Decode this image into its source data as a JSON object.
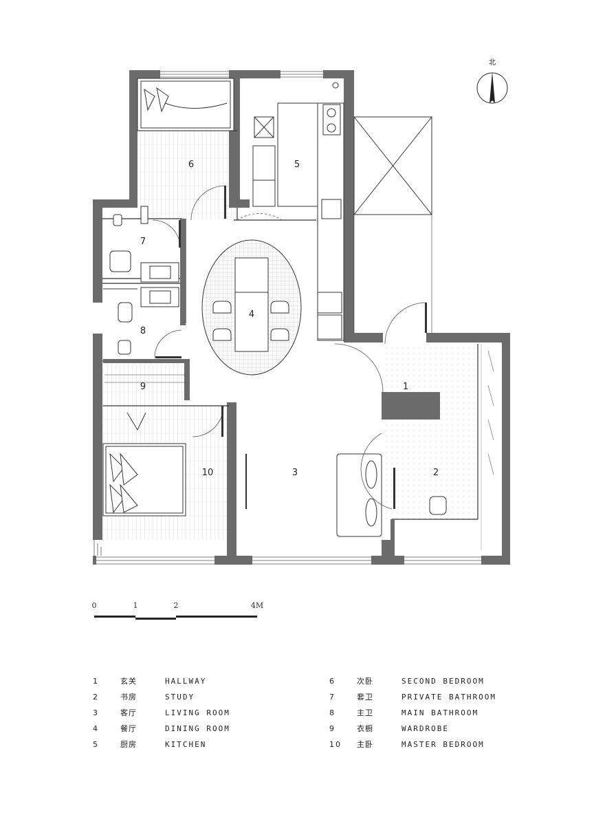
{
  "compass": {
    "label": "北"
  },
  "scale_bar": {
    "ticks": [
      "0",
      "1",
      "2",
      "4M"
    ]
  },
  "room_numbers": [
    "1",
    "2",
    "3",
    "4",
    "5",
    "6",
    "7",
    "8",
    "9",
    "10"
  ],
  "legend": [
    {
      "num": "1",
      "cn": "玄关",
      "en": "HALLWAY"
    },
    {
      "num": "2",
      "cn": "书房",
      "en": "STUDY"
    },
    {
      "num": "3",
      "cn": "客厅",
      "en": "LIVING ROOM"
    },
    {
      "num": "4",
      "cn": "餐厅",
      "en": "DINING ROOM"
    },
    {
      "num": "5",
      "cn": "厨房",
      "en": "KITCHEN"
    },
    {
      "num": "6",
      "cn": "次卧",
      "en": "SECOND BEDROOM"
    },
    {
      "num": "7",
      "cn": "套卫",
      "en": "PRIVATE BATHROOM"
    },
    {
      "num": "8",
      "cn": "主卫",
      "en": "MAIN BATHROOM"
    },
    {
      "num": "9",
      "cn": "衣橱",
      "en": "WARDROBE"
    },
    {
      "num": "10",
      "cn": "主卧",
      "en": "MASTER BEDROOM"
    }
  ],
  "colors": {
    "wall": "#6b6b6b",
    "line": "#333333",
    "hatch": "#bdbdbd",
    "background": "#ffffff"
  }
}
